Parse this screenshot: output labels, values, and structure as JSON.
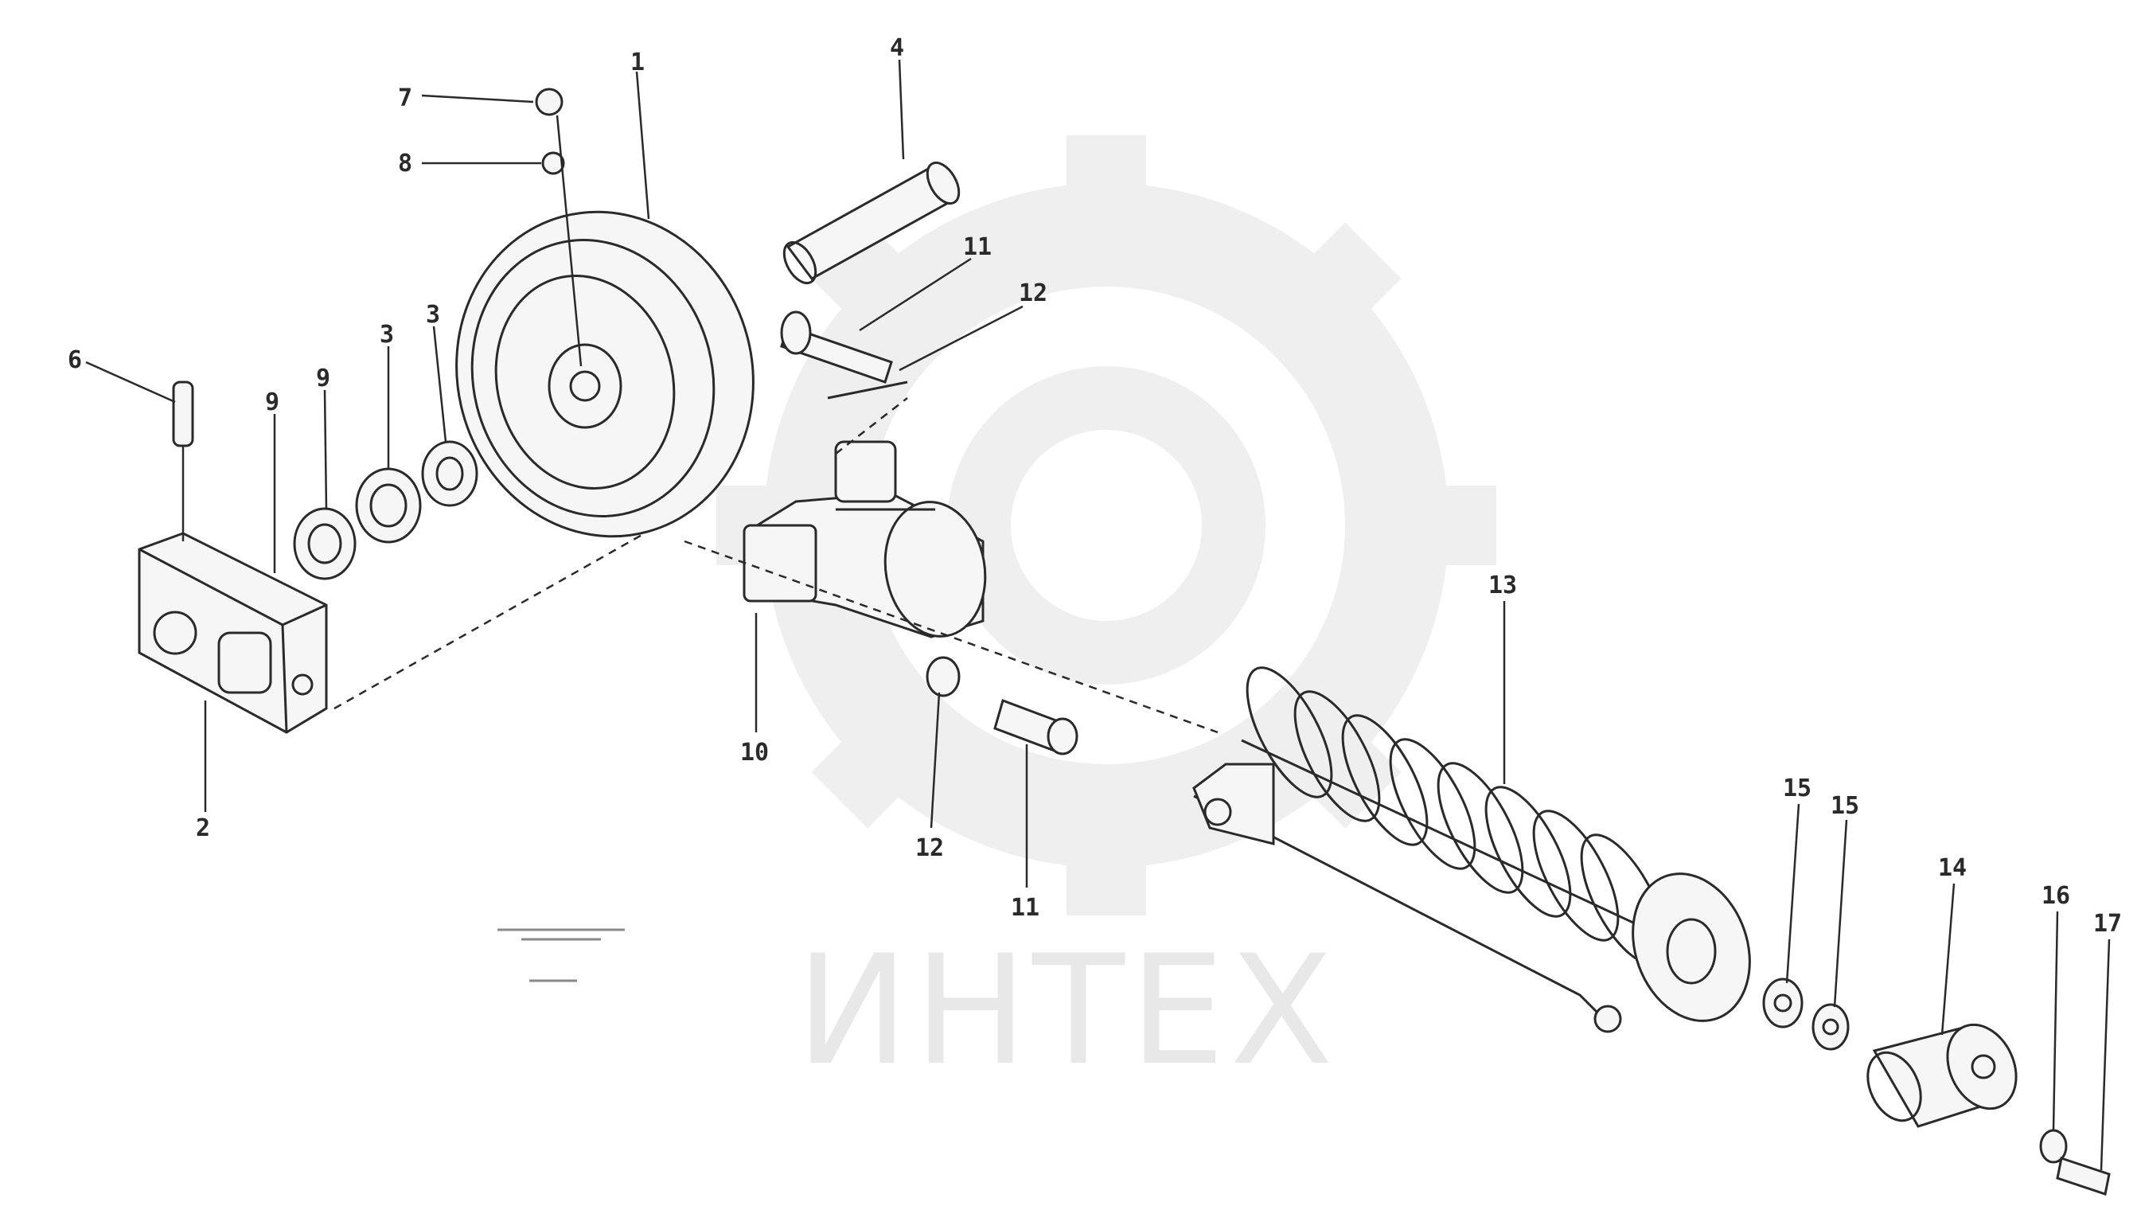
{
  "watermark": {
    "text": "ИНТЕХ",
    "color": "#e6e6e6"
  },
  "caption": {
    "lines": [
      "",
      "",
      ""
    ]
  },
  "callouts": [
    {
      "id": "c1",
      "label": "1"
    },
    {
      "id": "c4",
      "label": "4"
    },
    {
      "id": "c7",
      "label": "7"
    },
    {
      "id": "c8",
      "label": "8"
    },
    {
      "id": "c6",
      "label": "6"
    },
    {
      "id": "c9a",
      "label": "9"
    },
    {
      "id": "c9b",
      "label": "9"
    },
    {
      "id": "c3a",
      "label": "3"
    },
    {
      "id": "c3b",
      "label": "3"
    },
    {
      "id": "c2",
      "label": "2"
    },
    {
      "id": "c11a",
      "label": "11"
    },
    {
      "id": "c12a",
      "label": "12"
    },
    {
      "id": "c10",
      "label": "10"
    },
    {
      "id": "c12b",
      "label": "12"
    },
    {
      "id": "c11b",
      "label": "11"
    },
    {
      "id": "c13",
      "label": "13"
    },
    {
      "id": "c15a",
      "label": "15"
    },
    {
      "id": "c15b",
      "label": "15"
    },
    {
      "id": "c14",
      "label": "14"
    },
    {
      "id": "c16",
      "label": "16"
    },
    {
      "id": "c17",
      "label": "17"
    }
  ]
}
